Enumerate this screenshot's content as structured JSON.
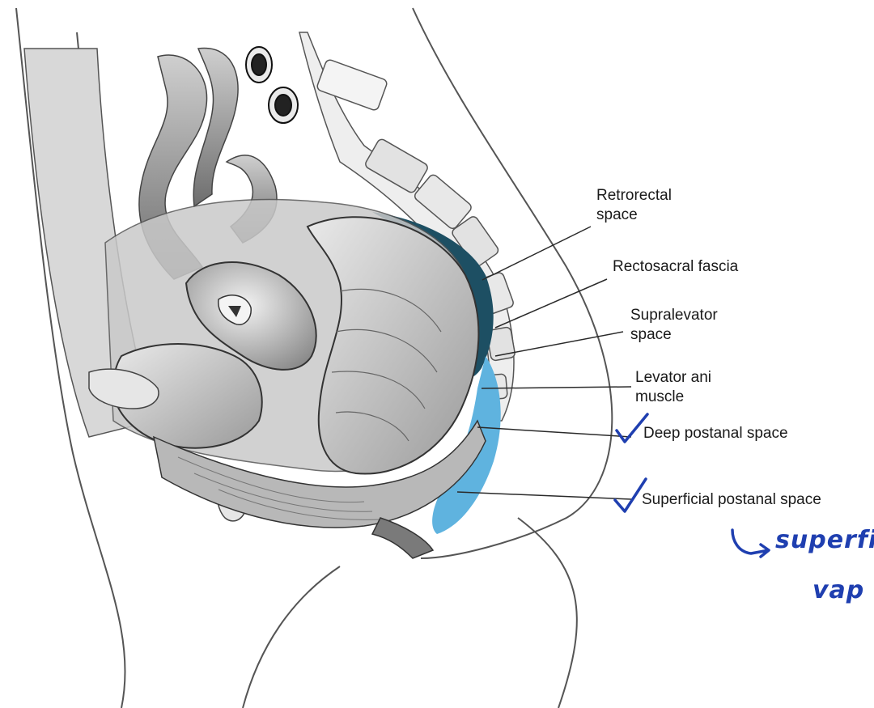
{
  "labels": {
    "retrorectal_line1": "Retrorectal",
    "retrorectal_line2": "space",
    "rectosacral_fascia": "Rectosacral fascia",
    "supralevator_line1": "Supralevator",
    "supralevator_line2": "space",
    "levator_line1": "Levator ani",
    "levator_line2": "muscle",
    "deep_postanal": "Deep postanal space",
    "superficial_postanal": "Superficial postanal space"
  },
  "handwritten_note": {
    "line1": "superfi",
    "line2": "vap"
  },
  "colors": {
    "retrorectal_space": "#1d4f63",
    "postanal_space": "#5fb3df",
    "annotation_ink": "#1f3fb0",
    "leader_line": "#2a2a2a"
  }
}
